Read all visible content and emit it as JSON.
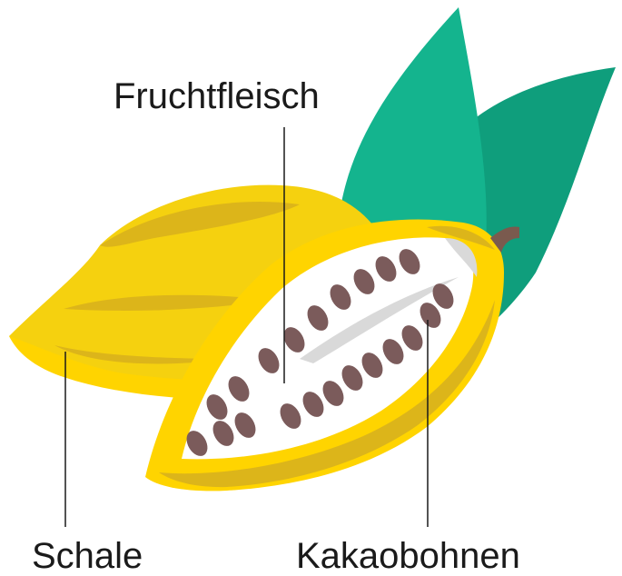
{
  "labels": {
    "pulp": "Fruchtfleisch",
    "shell": "Schale",
    "beans": "Kakaobohnen"
  },
  "colors": {
    "leaf_light": "#14b48e",
    "leaf_dark": "#0f9e7c",
    "pod_yellow": "#f5d10f",
    "pod_ochre": "#dcb51a",
    "pod_bright": "#ffd400",
    "pulp": "#ffffff",
    "pulp_shadow": "#d9d9d9",
    "bean": "#7b5b5b",
    "stem": "#7a5a4e",
    "leader_line": "#1a1a1a"
  }
}
